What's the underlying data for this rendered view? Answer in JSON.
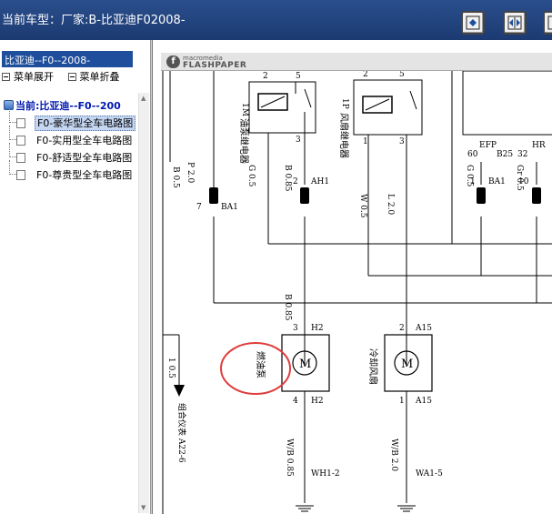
{
  "window": {
    "title": "当前车型：厂家:B-比亚迪F02008-"
  },
  "toolbar": {
    "buttons": [
      "nav-prev-icon",
      "nav-fit-icon",
      "nav-next-icon"
    ]
  },
  "sidebar": {
    "header": "比亚迪--F0--2008-",
    "expand_label": "菜单展开",
    "collapse_label": "菜单折叠",
    "root_label": "当前:比亚迪--F0--200",
    "items": [
      {
        "label": "F0-豪华型全车电路图",
        "selected": true
      },
      {
        "label": "F0-实用型全车电路图",
        "selected": false
      },
      {
        "label": "F0-舒适型全车电路图",
        "selected": false
      },
      {
        "label": "F0-尊贵型全车电路图",
        "selected": false
      }
    ]
  },
  "viewer": {
    "logo_top": "macromedia",
    "logo_bottom": "FLASHPAPER"
  },
  "diagram": {
    "relay1_code": "1M",
    "relay1_name": "油泵继电器",
    "relay2_code": "1P",
    "relay2_name": "风扇继电器",
    "pin_2a": "2",
    "pin_5a": "5",
    "pin_3a": "3",
    "pin_2b": "2",
    "pin_5b": "5",
    "pin_1b": "1",
    "pin_3b": "3",
    "wire_b05": "B 0.5",
    "wire_p20": "P 2.0",
    "wire_g05": "G 0.5",
    "wire_b085_a": "B 0.85",
    "wire_w05": "W 0.5",
    "wire_l20": "L 2.0",
    "wire_g05b": "G 0.5",
    "wire_gr05": "Gr 0.5",
    "wire_b085_b": "B 0.85",
    "wire_wb085": "W/B 0.85",
    "wire_wb20": "W/B 2.0",
    "wire_side": "1 0.5",
    "conn_ba1_7": "7",
    "conn_ba1_7_label": "BA1",
    "conn_ah1_2": "2",
    "conn_ah1_label": "AH1",
    "conn_ba1_1": "1",
    "conn_ba1_1_label": "BA1",
    "conn_b25_10": "10",
    "conn_h2_3": "3",
    "conn_h2_label": "H2",
    "conn_h2_4": "4",
    "conn_h2_label_b": "H2",
    "conn_a15_2": "2",
    "conn_a15_label": "A15",
    "conn_a15_1": "1",
    "conn_a15_label_b": "A15",
    "top_efp": "EFP",
    "top_60": "60",
    "top_b25": "B25",
    "top_32": "32",
    "top_hr": "HR",
    "motor1_label": "燃油泵",
    "motor2_label": "冷却风扇",
    "motor_symbol": "M",
    "ground1": "WH1-2",
    "ground2": "WA1-5",
    "side_label": "组合仪表 A22-6"
  },
  "colors": {
    "title_bg": "#1c3a72",
    "header_bg": "#1f4f9c",
    "annotation": "#e03c3c"
  }
}
